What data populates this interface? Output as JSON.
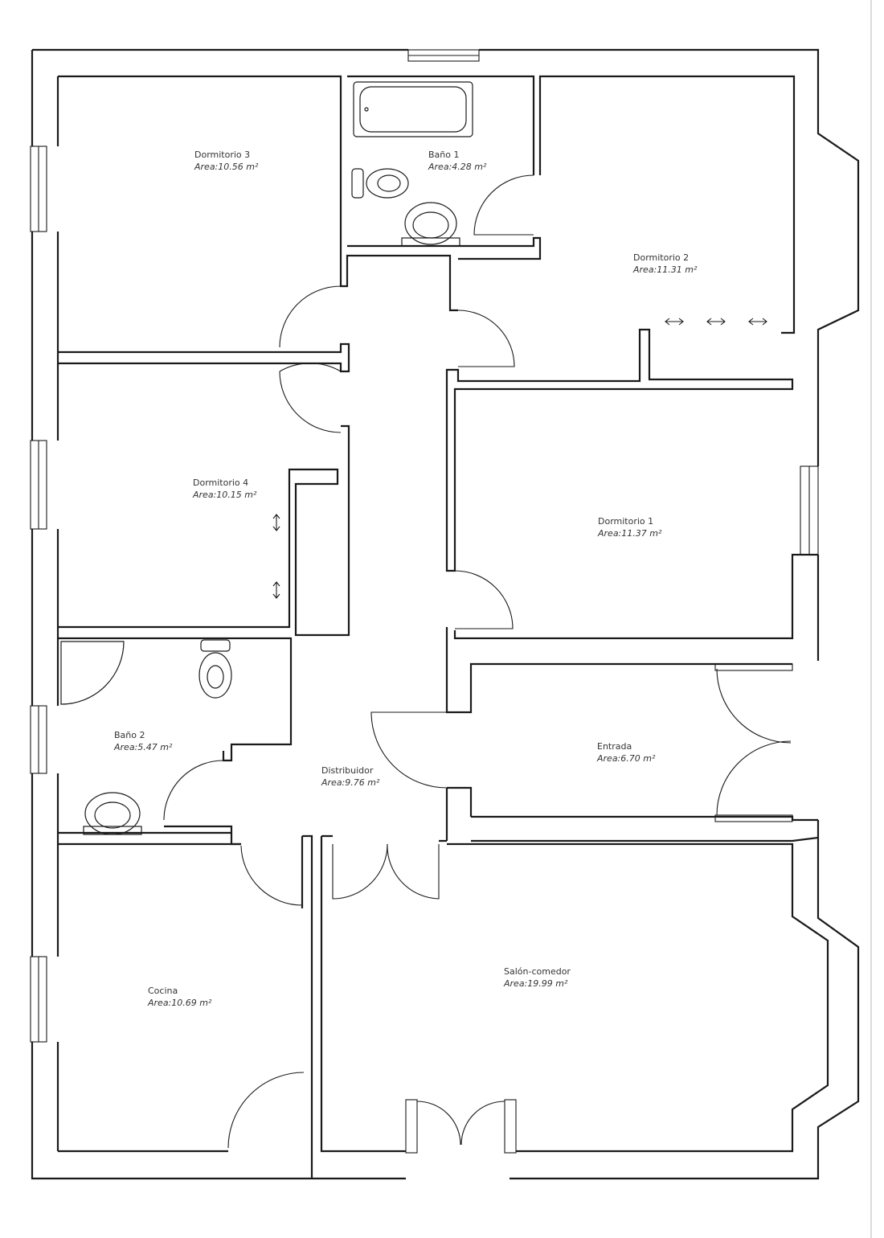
{
  "plan": {
    "rooms": [
      {
        "id": "dormitorio-3",
        "name": "Dormitorio 3",
        "area": "Area:10.56 m²"
      },
      {
        "id": "bano-1",
        "name": "Baño 1",
        "area": "Area:4.28 m²"
      },
      {
        "id": "dormitorio-2",
        "name": "Dormitorio 2",
        "area": "Area:11.31 m²"
      },
      {
        "id": "dormitorio-4",
        "name": "Dormitorio 4",
        "area": "Area:10.15 m²"
      },
      {
        "id": "dormitorio-1",
        "name": "Dormitorio 1",
        "area": "Area:11.37 m²"
      },
      {
        "id": "bano-2",
        "name": "Baño 2",
        "area": "Area:5.47 m²"
      },
      {
        "id": "distribuidor",
        "name": "Distribuidor",
        "area": "Area:9.76 m²"
      },
      {
        "id": "entrada",
        "name": "Entrada",
        "area": "Area:6.70 m²"
      },
      {
        "id": "cocina",
        "name": "Cocina",
        "area": "Area:10.69 m²"
      },
      {
        "id": "salon-comedor",
        "name": "Salón-comedor",
        "area": "Area:19.99 m²"
      }
    ]
  }
}
